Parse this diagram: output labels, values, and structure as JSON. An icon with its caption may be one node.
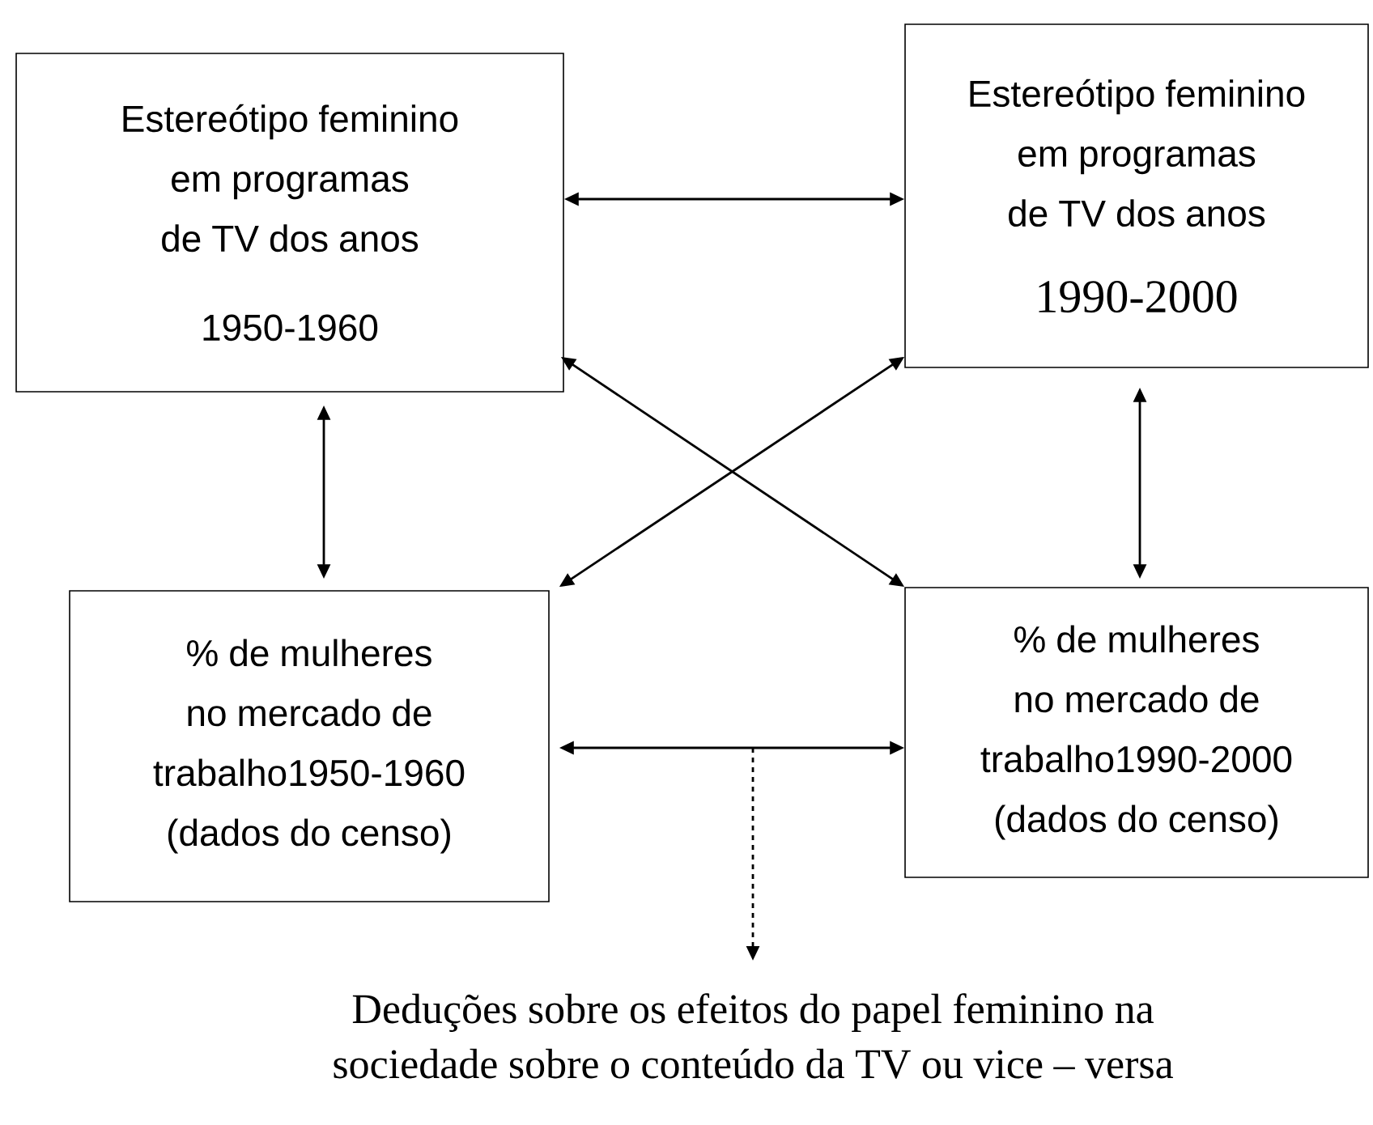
{
  "diagram": {
    "nodes": [
      {
        "text": [
          "Estereótipo feminino em programas de TV dos anos",
          "1950-1960"
        ]
      },
      {
        "text": [
          "Estereótipo feminino em programas de TV dos anos",
          "1990-2000"
        ]
      },
      {
        "text": [
          "% de mulheres no mercado de trabalho1950-1960 (dados do censo)"
        ]
      },
      {
        "text": [
          "% de mulheres no mercado de trabalho1990-2000 (dados do censo)"
        ]
      },
      {
        "text": [
          "Deduções sobre os efeitos do papel feminino na sociedade sobre o conteúdo da TV ou vice – versa"
        ]
      }
    ],
    "edges": [
      {
        "from": 0,
        "to": 1,
        "arrow": "both"
      },
      {
        "from": 0,
        "to": 3,
        "arrow": "both"
      },
      {
        "from": 1,
        "to": 2,
        "arrow": "both"
      },
      {
        "from": 0,
        "to": 2,
        "arrow": "both"
      },
      {
        "from": 1,
        "to": 3,
        "arrow": "both"
      },
      {
        "from": 2,
        "to": 3,
        "arrow": "both"
      },
      {
        "from": null,
        "to": 4,
        "arrow": "to",
        "style": "dashed"
      }
    ]
  }
}
